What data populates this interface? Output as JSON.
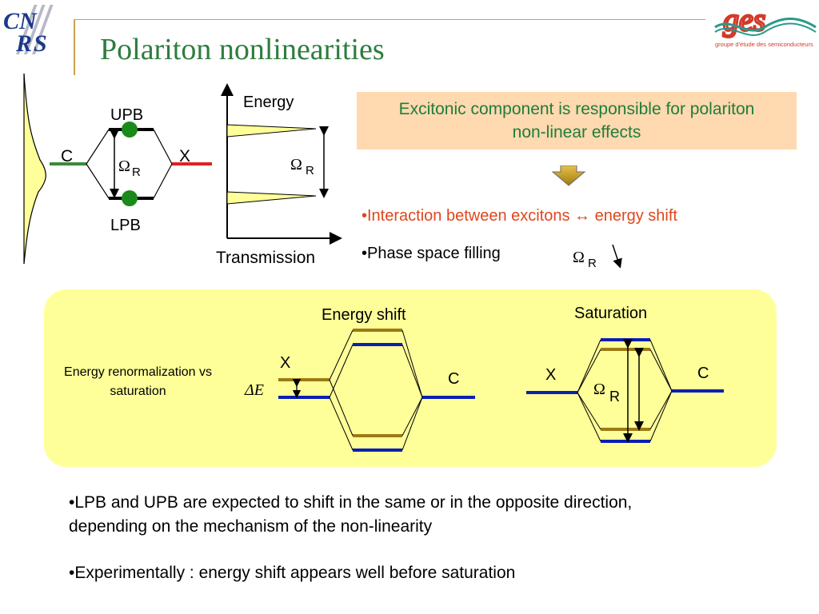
{
  "slide": {
    "title": "Polariton nonlinearities"
  },
  "logos": {
    "left_logo_text": "CNRS",
    "right_logo_text": "ges",
    "right_logo_caption": "groupe d'étude des semiconducteurs"
  },
  "dispersion_diagram": {
    "upper_label": "UPB",
    "lower_label": "LPB",
    "cavity_label": "C",
    "exciton_label": "X",
    "splitting_symbol": "Ω",
    "splitting_subscript": "R"
  },
  "transmission_diagram": {
    "y_axis_label": "Energy",
    "x_axis_label": "Transmission",
    "splitting_symbol": "Ω",
    "splitting_subscript": "R"
  },
  "excitonic_box": {
    "text": "Excitonic component is responsible for polariton non-linear effects"
  },
  "bullets": {
    "interaction": "•Interaction between excitons ↔ energy shift",
    "phase_space": "•Phase space filling",
    "phase_symbol": "Ω",
    "phase_subscript": "R"
  },
  "panel": {
    "side_label": "Energy renormalization vs saturation",
    "energy_shift": {
      "title": "Energy shift",
      "exciton_label": "X",
      "cavity_label": "C",
      "delta_label": "ΔE"
    },
    "saturation": {
      "title": "Saturation",
      "exciton_label": "X",
      "cavity_label": "C",
      "splitting_symbol": "Ω",
      "splitting_subscript": "R"
    }
  },
  "bottom_text": {
    "line1": "•LPB and UPB are expected to shift in the same or in the opposite direction, depending on the mechanism of the non-linearity",
    "line2": "•Experimentally : energy shift appears well before saturation"
  },
  "colors": {
    "title_green": "#2e7d3e",
    "box_fill": "#ffd9b0",
    "box_text": "#1e7d3a",
    "bullet_red": "#e0461c",
    "panel_yellow": "#ffff99",
    "line_blue": "#0a1fb4",
    "line_brown": "#9c7a12",
    "cavity_green": "#3a8a3a",
    "exciton_red": "#e02020",
    "dot_green": "#1a8a1a",
    "peak_fill": "#ffff99"
  }
}
